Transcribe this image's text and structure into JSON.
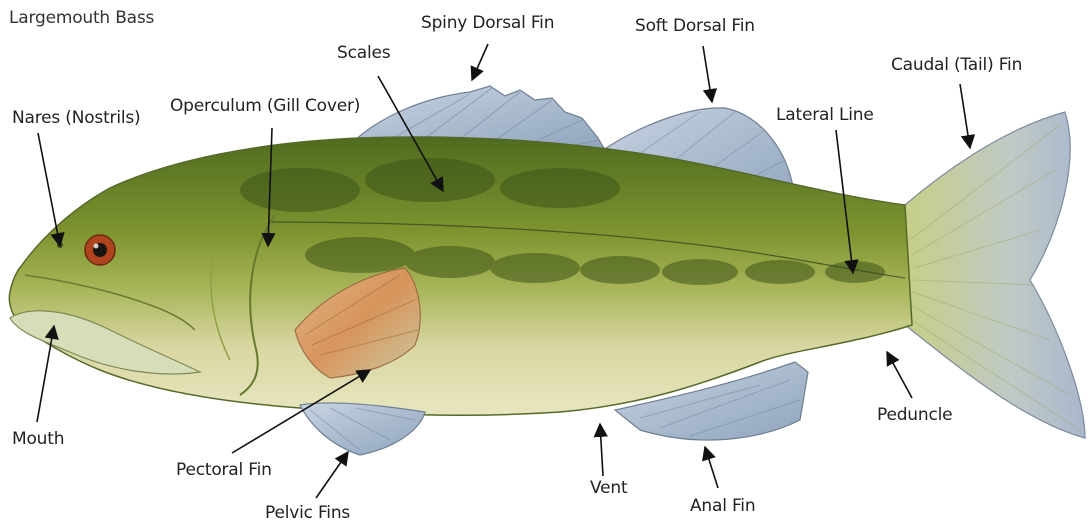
{
  "title": "Largemouth Bass",
  "labels": {
    "nares": "Nares (Nostrils)",
    "operculum": "Operculum (Gill Cover)",
    "scales": "Scales",
    "spiny_dorsal": "Spiny Dorsal Fin",
    "soft_dorsal": "Soft Dorsal Fin",
    "lateral_line": "Lateral Line",
    "caudal": "Caudal (Tail) Fin",
    "mouth": "Mouth",
    "pectoral": "Pectoral Fin",
    "pelvic": "Pelvic Fins",
    "vent": "Vent",
    "anal": "Anal Fin",
    "peduncle": "Peduncle"
  },
  "colors": {
    "text": "#222222",
    "arrow": "#111111",
    "body_dark": "#4f6b1f",
    "body_mid": "#8fa43a",
    "belly": "#e4e2b0",
    "fin_blue": "#9fb3c9",
    "fin_orange": "#d9925a"
  }
}
